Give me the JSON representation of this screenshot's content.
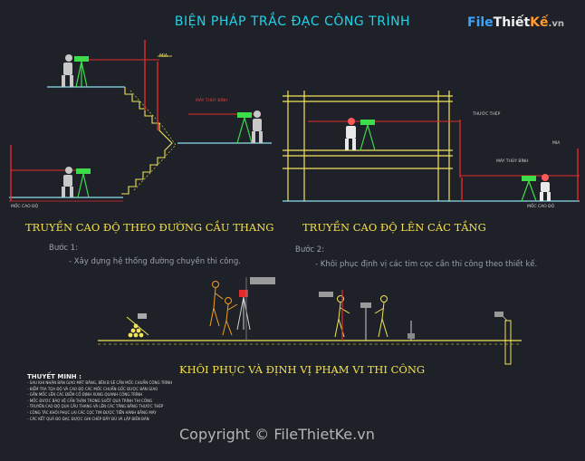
{
  "title": "BIỆN PHÁP TRẮC ĐẠC CÔNG TRÌNH",
  "logo": {
    "part1": "File",
    "part2": "Thiết",
    "part3": "Kế",
    "part4": ".vn"
  },
  "left_panel": {
    "caption": "TRUYỀN CAO ĐỘ THEO ĐƯỜNG CẦU THANG",
    "label_mia": "MIA",
    "label_may_thuy_binh": "MÁY THỦY BÌNH",
    "label_moc_cao_do": "MỐC CAO ĐỘ"
  },
  "right_panel": {
    "caption": "TRUYỀN CAO ĐỘ LÊN CÁC TẦNG",
    "label_thuoc_thep": "THƯỚC THÉP",
    "label_mia": "MIA",
    "label_may_thuy_binh": "MÁY THỦY BÌNH",
    "label_moc_cao_do": "MỐC CAO ĐỘ"
  },
  "step1": {
    "title": "Bước 1:",
    "text": "- Xây dựng hệ thống đường chuyền thi công."
  },
  "step2": {
    "title": "Bước 2:",
    "text": "- Khôi phục định vị các tim cọc cần thi công theo thiết kế."
  },
  "section_caption": "KHÔI PHỤC VÀ ĐỊNH VỊ PHẠM VI THI CÔNG",
  "notes": {
    "title": "THUYẾT MINH :",
    "lines": [
      "- SAU KHI NHẬN BÀN GIAO MẶT BẰNG, BÊN B SẼ CẦN MỐC CHUẨN CÔNG TRÌNH",
      "- KIỂM TRA TỌA ĐỘ VÀ CAO ĐỘ CÁC MỐC CHUẨN GỐC ĐƯỢC BÀN GIAO",
      "- GẮN MỐC LÊN CÁC ĐIỂM CỐ ĐỊNH XUNG QUANH CÔNG TRÌNH",
      "- MỐC ĐƯỢC BẢO VỆ CẨN THẬN TRONG SUỐT QUÁ TRÌNH THI CÔNG",
      "- TRUYỀN CAO ĐỘ QUA CẦU THANG VÀ LÊN CÁC TẦNG BẰNG THƯỚC THÉP",
      "- CÔNG TÁC KHÔI PHỤC LẠI CÁC CỌC TIM ĐƯỢC TIẾN HÀNH BẰNG MÁY",
      "- CÁC KẾT QUẢ ĐO ĐẠC ĐƯỢC GHI CHÉP ĐẦY ĐỦ VÀ LẬP BIÊN BẢN"
    ]
  },
  "copyright": "Copyright © FileThietKe.vn",
  "colors": {
    "background": "#1e2128",
    "title": "#22d3e8",
    "caption": "#f5e04a",
    "stair": "#f2e45a",
    "ground": "#8fe0ef",
    "red": "#e52a2a",
    "green": "#3ddc4a"
  }
}
